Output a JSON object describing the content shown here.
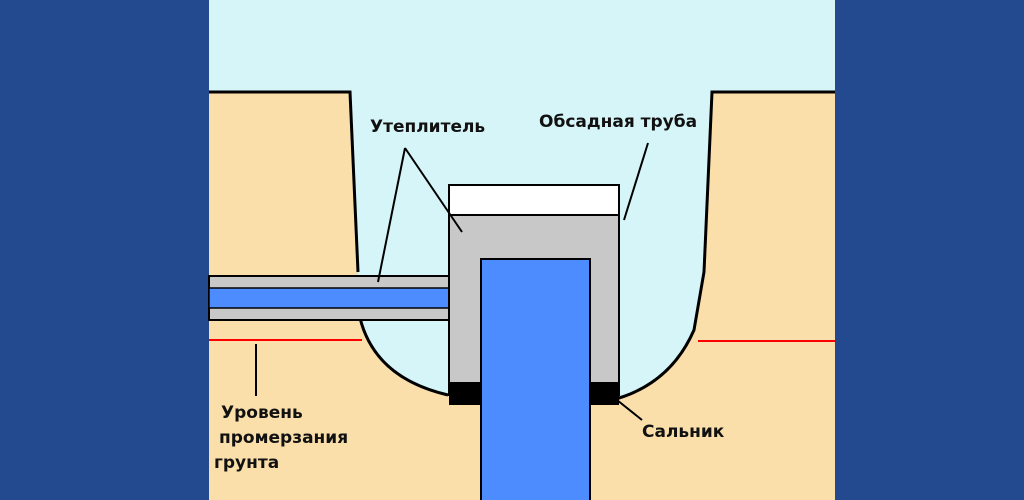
{
  "labels": {
    "insulation": "Утеплитель",
    "casing_pipe": "Обсадная труба",
    "frost_line_1": "Уровень",
    "frost_line_2": "промерзания",
    "frost_line_3": "грунта",
    "seal": "Сальник"
  },
  "colors": {
    "page_background": "#234a8f",
    "sky": "#d6f5f8",
    "soil": "#fbdfab",
    "pipe_blue": "#4d8cff",
    "insulation_gray": "#c8c8c8",
    "cap_white": "#ffffff",
    "seal_black": "#000000",
    "frost_line": "#ff0000",
    "outline": "#000000"
  }
}
